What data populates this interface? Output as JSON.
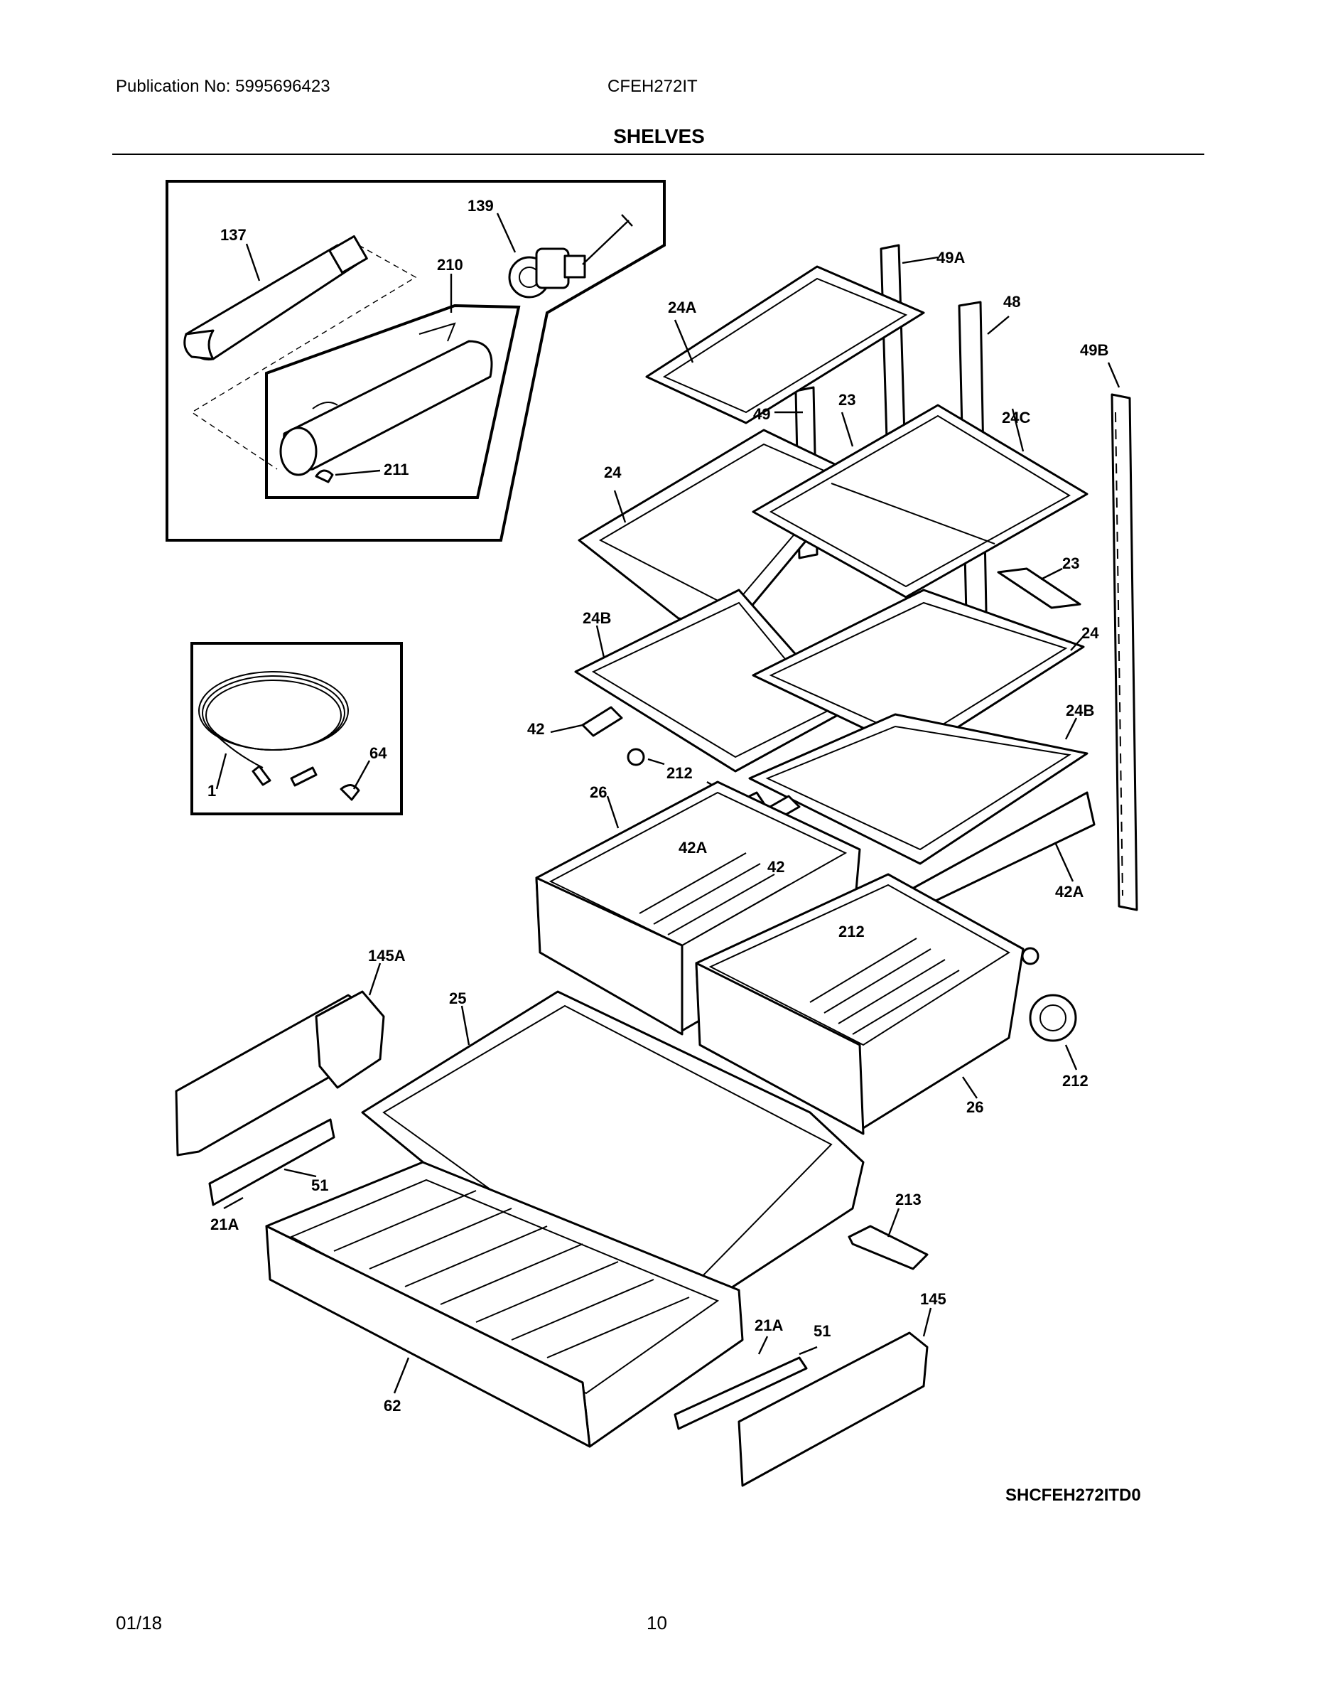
{
  "header": {
    "publication": "Publication No: 5995696423",
    "model": "CFEH272IT",
    "title": "SHELVES"
  },
  "diagram_code": "SHCFEH272ITD0",
  "footer": {
    "date": "01/18",
    "page": "10"
  },
  "callouts": {
    "c137": "137",
    "c139": "139",
    "c210": "210",
    "c211": "211",
    "c49A": "49A",
    "c48": "48",
    "c49B": "49B",
    "c24A": "24A",
    "c49": "49",
    "c23a": "23",
    "c24Ca": "24C",
    "c24a": "24",
    "c23b": "23",
    "c24Ba": "24B",
    "c24b": "24",
    "c24Bb": "24B",
    "c42a": "42",
    "c64": "64",
    "c1": "1",
    "c212a": "212",
    "c26a": "26",
    "c42Aa": "42A",
    "c42b": "42",
    "c212b": "212",
    "c42Ab": "42A",
    "c145A": "145A",
    "c25": "25",
    "c212c": "212",
    "c26b": "26",
    "c51a": "51",
    "c21Aa": "21A",
    "c213": "213",
    "c145": "145",
    "c21Ab": "21A",
    "c51b": "51",
    "c62": "62"
  }
}
